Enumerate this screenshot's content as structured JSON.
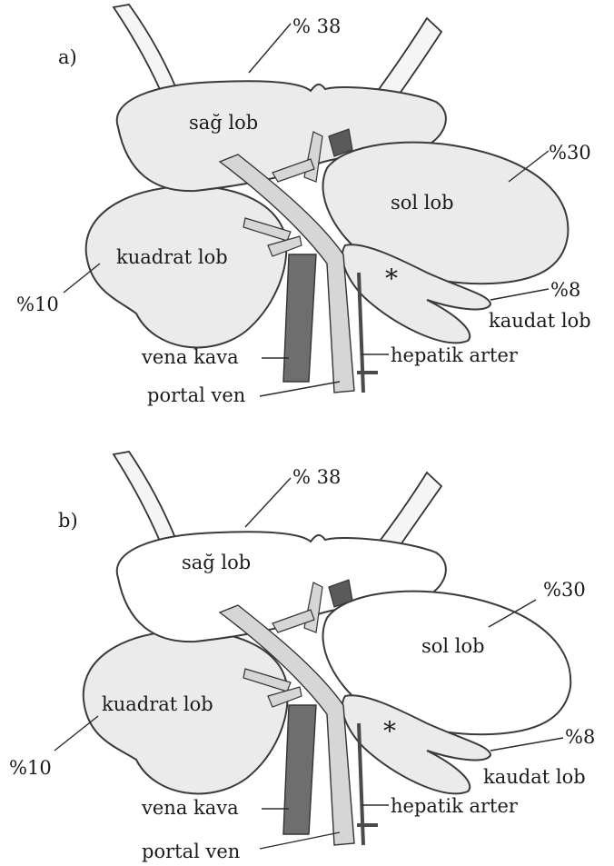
{
  "panels": [
    {
      "tag": "a)",
      "shading": "shaded",
      "labels": {
        "right_lobe": "sağ lob",
        "left_lobe": "sol lob",
        "quadrate_lobe": "kuadrat lob",
        "caudate_lobe": "kaudat lob",
        "vena_cava": "vena kava",
        "hepatic_artery": "hepatik arter",
        "portal_vein": "portal ven",
        "pct_right": "% 38",
        "pct_left": "%30",
        "pct_quadrate": "%10",
        "pct_caudate": "%8",
        "marker": "*"
      }
    },
    {
      "tag": "b)",
      "shading": "partially-shaded",
      "labels": {
        "right_lobe": "sağ lob",
        "left_lobe": "sol lob",
        "quadrate_lobe": "kuadrat lob",
        "caudate_lobe": "kaudat lob",
        "vena_cava": "vena kava",
        "hepatic_artery": "hepatik arter",
        "portal_vein": "portal ven",
        "pct_right": "% 38",
        "pct_left": "%30",
        "pct_quadrate": "%10",
        "pct_caudate": "%8",
        "marker": "*"
      }
    }
  ],
  "colors": {
    "lobe_fill": "#ebebeb",
    "lobe_fill_white": "#ffffff",
    "vena_cava": "#6e6e6e",
    "portal_vein": "#d6d6d6",
    "hepatic_artery": "#4a4a4a"
  }
}
